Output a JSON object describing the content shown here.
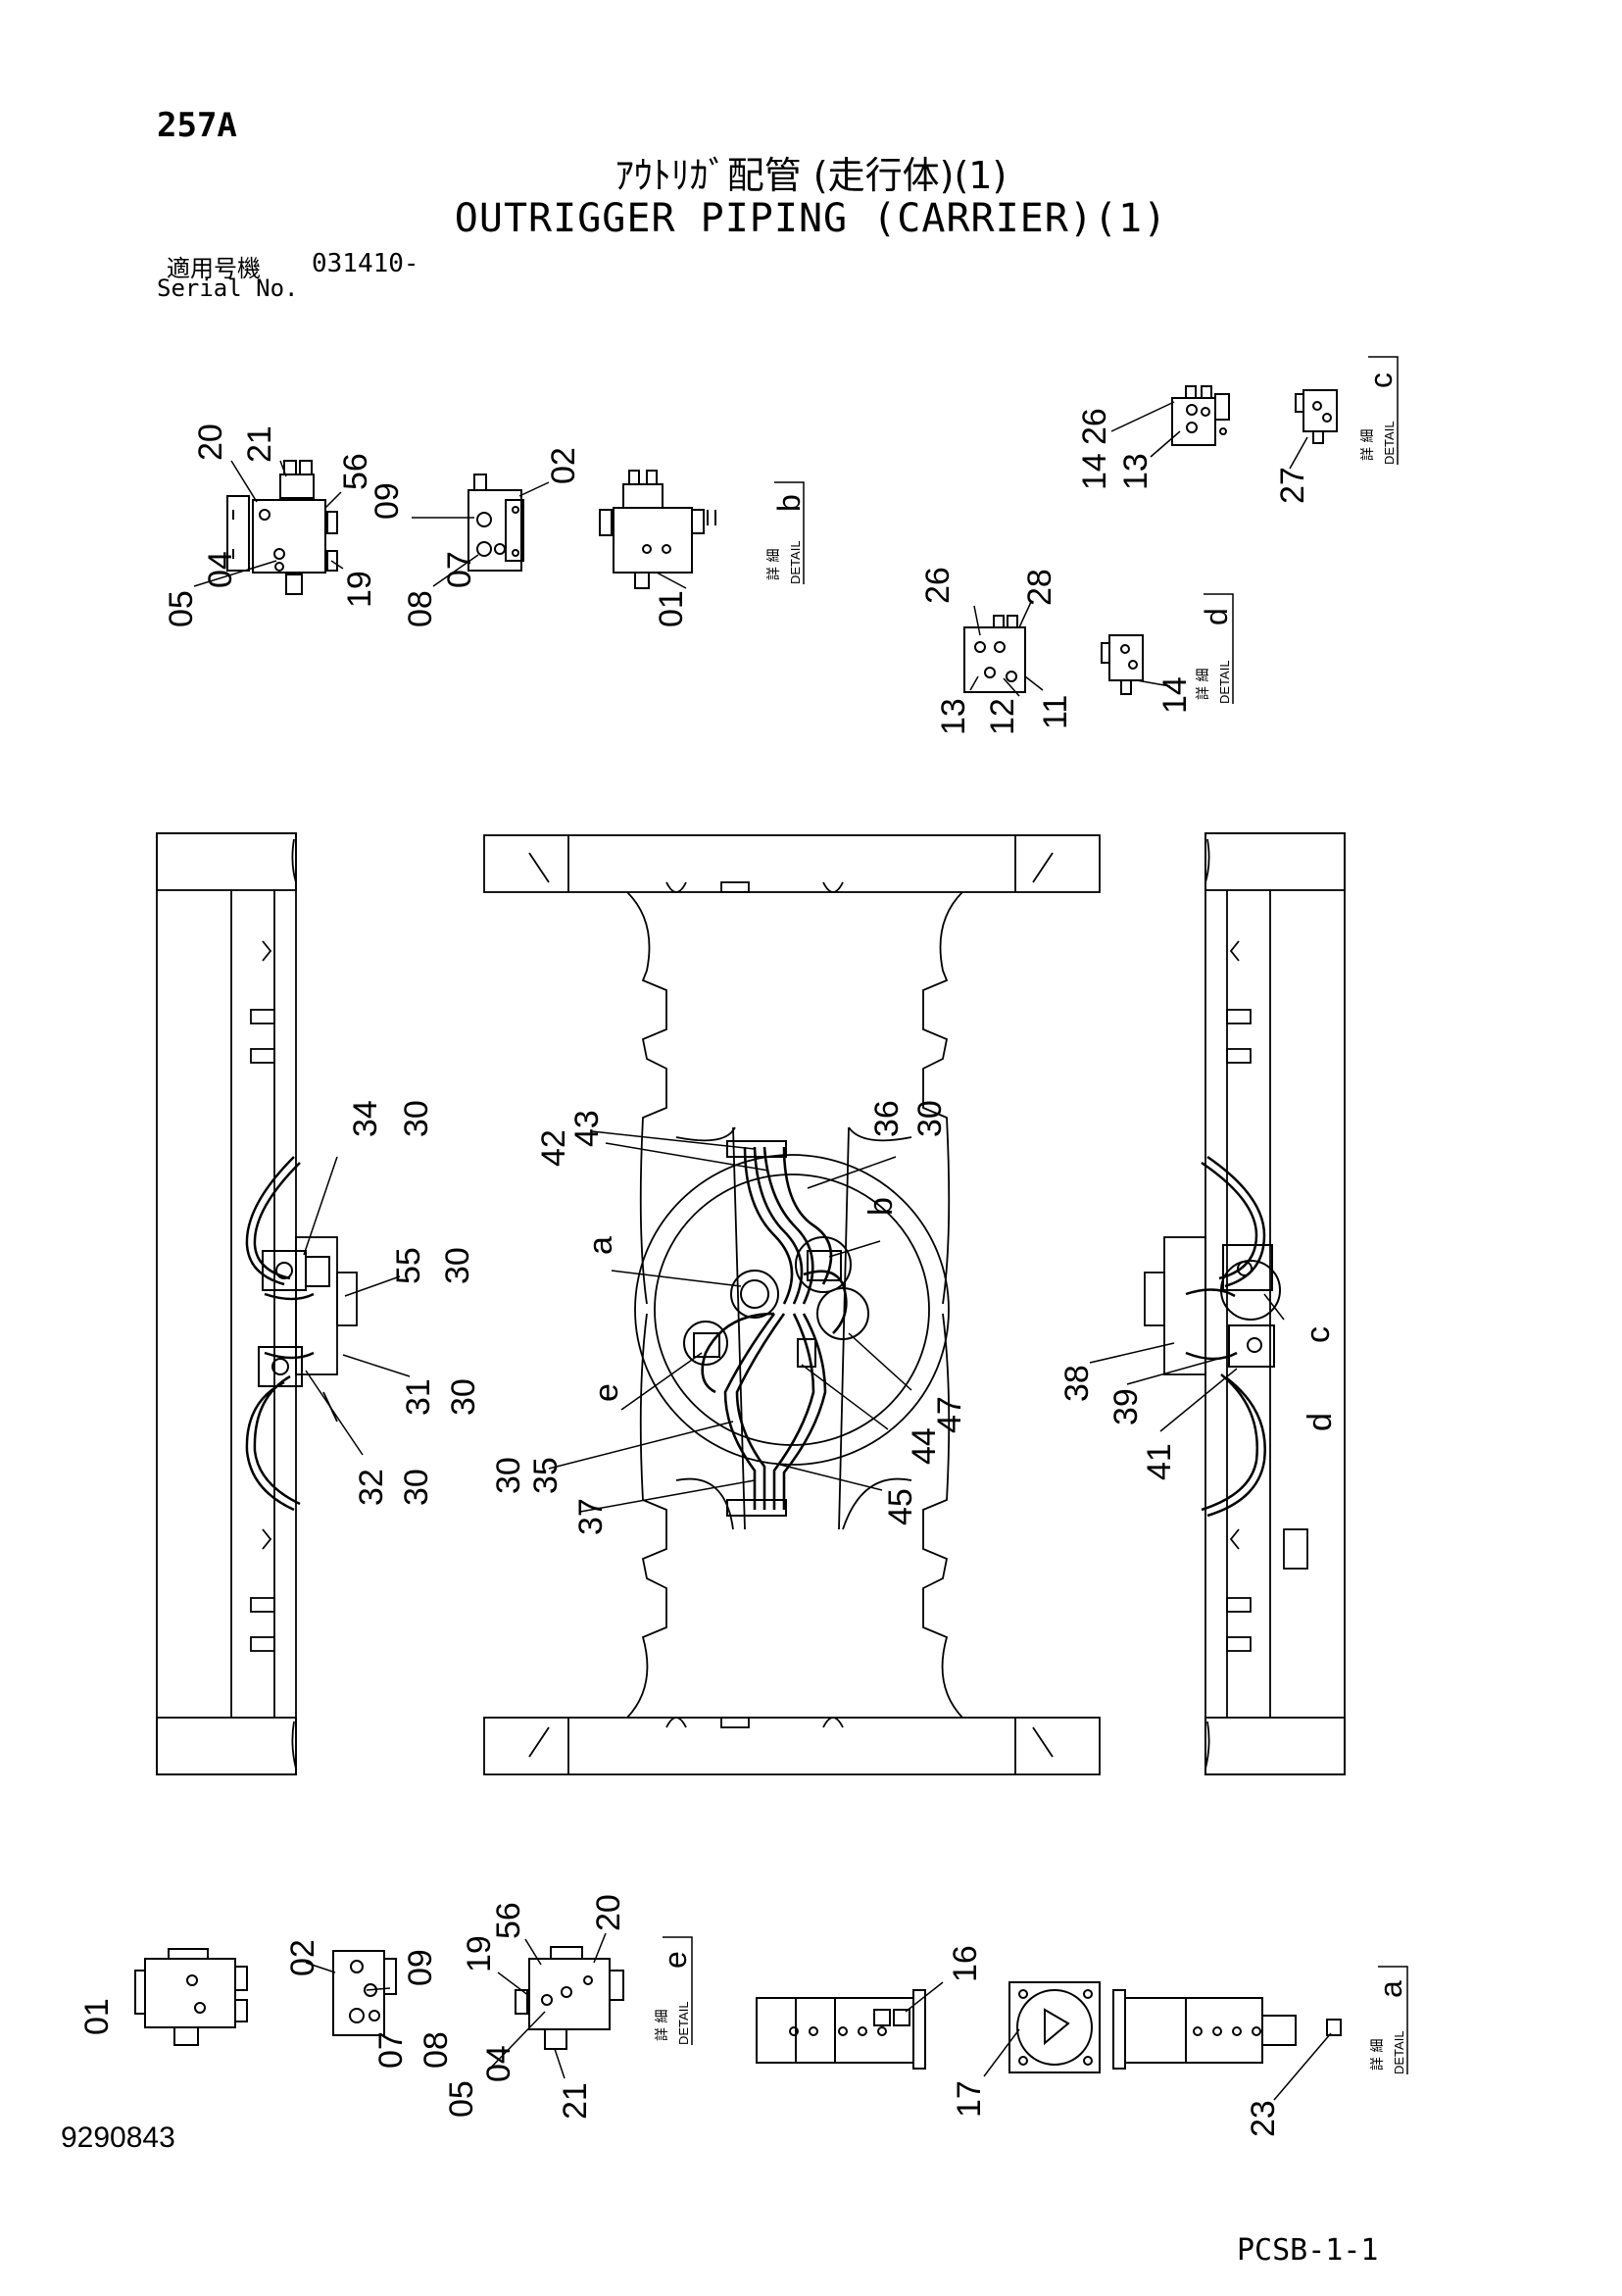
{
  "header": {
    "sheet_no": "257A",
    "title_jp": "ｱｳﾄﾘｶﾞ配管 (走行体)(1)",
    "title_en": "OUTRIGGER PIPING (CARRIER)(1)",
    "serial_label_jp": "適用号機",
    "serial_value": "031410-",
    "serial_label_en": "Serial No."
  },
  "footer": {
    "doc_number": "9290843",
    "code": "PCSB-1-1"
  },
  "detail_boxes": [
    {
      "id": "b-top",
      "jp": "詳 細",
      "en": "DETAIL",
      "letter": "b"
    },
    {
      "id": "c",
      "jp": "詳 細",
      "en": "DETAIL",
      "letter": "c"
    },
    {
      "id": "d",
      "jp": "詳 細",
      "en": "DETAIL",
      "letter": "d"
    },
    {
      "id": "e",
      "jp": "詳 細",
      "en": "DETAIL",
      "letter": "e"
    },
    {
      "id": "a",
      "jp": "詳 細",
      "en": "DETAIL",
      "letter": "a"
    }
  ],
  "callouts": [
    {
      "id": "c20",
      "text": "20"
    },
    {
      "id": "c21",
      "text": "21"
    },
    {
      "id": "c56",
      "text": "56"
    },
    {
      "id": "c05",
      "text": "05"
    },
    {
      "id": "c04",
      "text": "04"
    },
    {
      "id": "c19",
      "text": "19"
    },
    {
      "id": "c09",
      "text": "09"
    },
    {
      "id": "c02",
      "text": "02"
    },
    {
      "id": "c08",
      "text": "08"
    },
    {
      "id": "c07",
      "text": "07"
    },
    {
      "id": "c01",
      "text": "01"
    },
    {
      "id": "c14t",
      "text": "14"
    },
    {
      "id": "c26t",
      "text": "26"
    },
    {
      "id": "c13t",
      "text": "13"
    },
    {
      "id": "c27",
      "text": "27"
    },
    {
      "id": "c26",
      "text": "26"
    },
    {
      "id": "c28",
      "text": "28"
    },
    {
      "id": "c13",
      "text": "13"
    },
    {
      "id": "c12",
      "text": "12"
    },
    {
      "id": "c11",
      "text": "11"
    },
    {
      "id": "c14",
      "text": "14"
    },
    {
      "id": "c34",
      "text": "34"
    },
    {
      "id": "c30a",
      "text": "30"
    },
    {
      "id": "c55",
      "text": "55"
    },
    {
      "id": "c30b",
      "text": "30"
    },
    {
      "id": "c31",
      "text": "31"
    },
    {
      "id": "c30c",
      "text": "30"
    },
    {
      "id": "c32",
      "text": "32"
    },
    {
      "id": "c30d",
      "text": "30"
    },
    {
      "id": "c42",
      "text": "42"
    },
    {
      "id": "c43",
      "text": "43"
    },
    {
      "id": "c36",
      "text": "36"
    },
    {
      "id": "c30e",
      "text": "30"
    },
    {
      "id": "lb",
      "text": "b"
    },
    {
      "id": "la",
      "text": "a"
    },
    {
      "id": "c47",
      "text": "47"
    },
    {
      "id": "le",
      "text": "e"
    },
    {
      "id": "c44",
      "text": "44"
    },
    {
      "id": "c30f",
      "text": "30"
    },
    {
      "id": "c35",
      "text": "35"
    },
    {
      "id": "c45",
      "text": "45"
    },
    {
      "id": "c37",
      "text": "37"
    },
    {
      "id": "c38",
      "text": "38"
    },
    {
      "id": "c39",
      "text": "39"
    },
    {
      "id": "c41",
      "text": "41"
    },
    {
      "id": "lc",
      "text": "c"
    },
    {
      "id": "ld",
      "text": "d"
    },
    {
      "id": "b01",
      "text": "01"
    },
    {
      "id": "b02",
      "text": "02"
    },
    {
      "id": "b09",
      "text": "09"
    },
    {
      "id": "b07",
      "text": "07"
    },
    {
      "id": "b08",
      "text": "08"
    },
    {
      "id": "b19",
      "text": "19"
    },
    {
      "id": "b56",
      "text": "56"
    },
    {
      "id": "b20",
      "text": "20"
    },
    {
      "id": "b05",
      "text": "05"
    },
    {
      "id": "b04",
      "text": "04"
    },
    {
      "id": "b21",
      "text": "21"
    },
    {
      "id": "b16",
      "text": "16"
    },
    {
      "id": "b17",
      "text": "17"
    },
    {
      "id": "b23",
      "text": "23"
    }
  ]
}
